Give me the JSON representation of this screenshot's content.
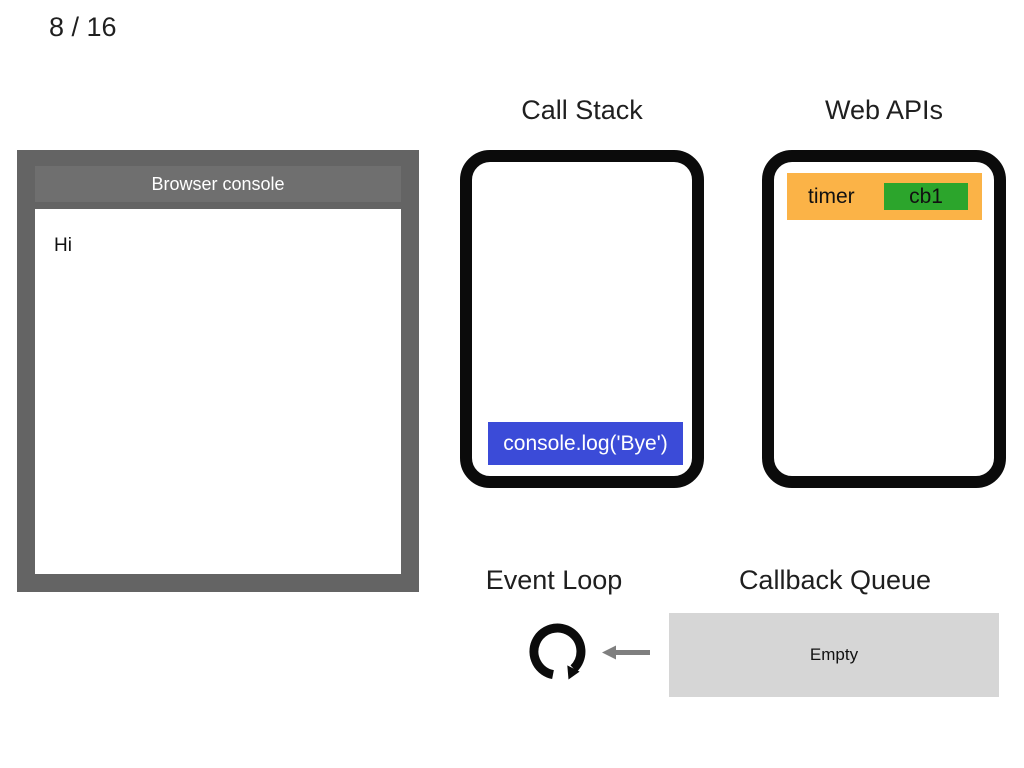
{
  "slide": {
    "counter": "8 / 16"
  },
  "console_panel": {
    "title": "Browser console",
    "log_lines": [
      "Hi"
    ]
  },
  "call_stack": {
    "heading": "Call Stack",
    "frames": [
      {
        "label": "console.log('Bye')",
        "color": "#3b4bd8"
      }
    ]
  },
  "web_apis": {
    "heading": "Web APIs",
    "items": [
      {
        "label": "timer",
        "color": "#fbb347",
        "callback": {
          "label": "cb1",
          "color": "#2ca52c"
        }
      }
    ]
  },
  "event_loop": {
    "heading": "Event Loop",
    "icon": "clockwise-loop-arrow-icon"
  },
  "callback_queue": {
    "heading": "Callback Queue",
    "status": "Empty",
    "box_color": "#d6d6d6",
    "arrow_icon": "left-arrow-icon"
  },
  "colors": {
    "console_gray": "#646464",
    "console_header_gray": "#6f6f6f",
    "stack_frame_blue": "#3b4bd8",
    "webapi_orange": "#fbb347",
    "callback_green": "#2ca52c",
    "queue_gray": "#d6d6d6",
    "arrow_gray": "#7f7f7f",
    "box_border_black": "#0b0b0b"
  }
}
